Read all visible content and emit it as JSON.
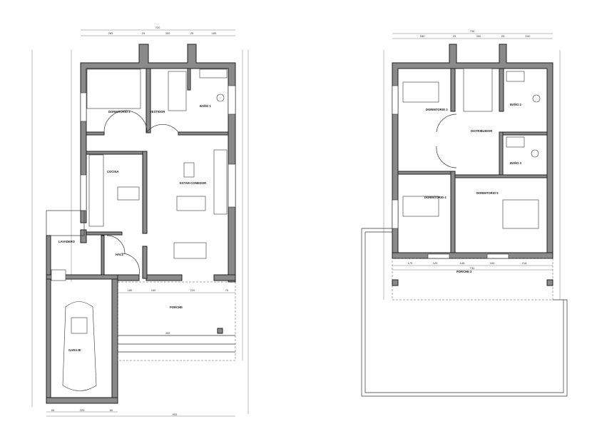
{
  "ground_floor": {
    "rooms": [
      {
        "name": "DORMITORIO 1"
      },
      {
        "name": "VESTIDOR"
      },
      {
        "name": "BAÑO 1"
      },
      {
        "name": "COCINA"
      },
      {
        "name": "ESTAR-COMEDOR"
      },
      {
        "name": "HALL"
      },
      {
        "name": "LAVADERO"
      },
      {
        "name": "PORCHE"
      },
      {
        "name": "GARAJE"
      }
    ],
    "dims_top": [
      "720",
      "285",
      "25",
      "300",
      "25",
      "185"
    ],
    "dims_porch": [
      "180",
      "160",
      "220",
      "75",
      "492"
    ],
    "dims_bottom": [
      "60",
      "220",
      "60",
      "905"
    ]
  },
  "first_floor": {
    "rooms": [
      {
        "name": "DORMITORIO 3"
      },
      {
        "name": "BAÑO 2"
      },
      {
        "name": "DISTRIBUIDOR"
      },
      {
        "name": "BAÑO 3"
      },
      {
        "name": "DORMITORIO 4"
      },
      {
        "name": "DORMITORIO 5"
      },
      {
        "name": "PORCHE 2"
      }
    ],
    "dims_top": [
      "730",
      "280",
      "25",
      "300",
      "25",
      "190"
    ],
    "dims_bottom": [
      "175",
      "120",
      "145",
      "160",
      "218",
      "730"
    ]
  }
}
